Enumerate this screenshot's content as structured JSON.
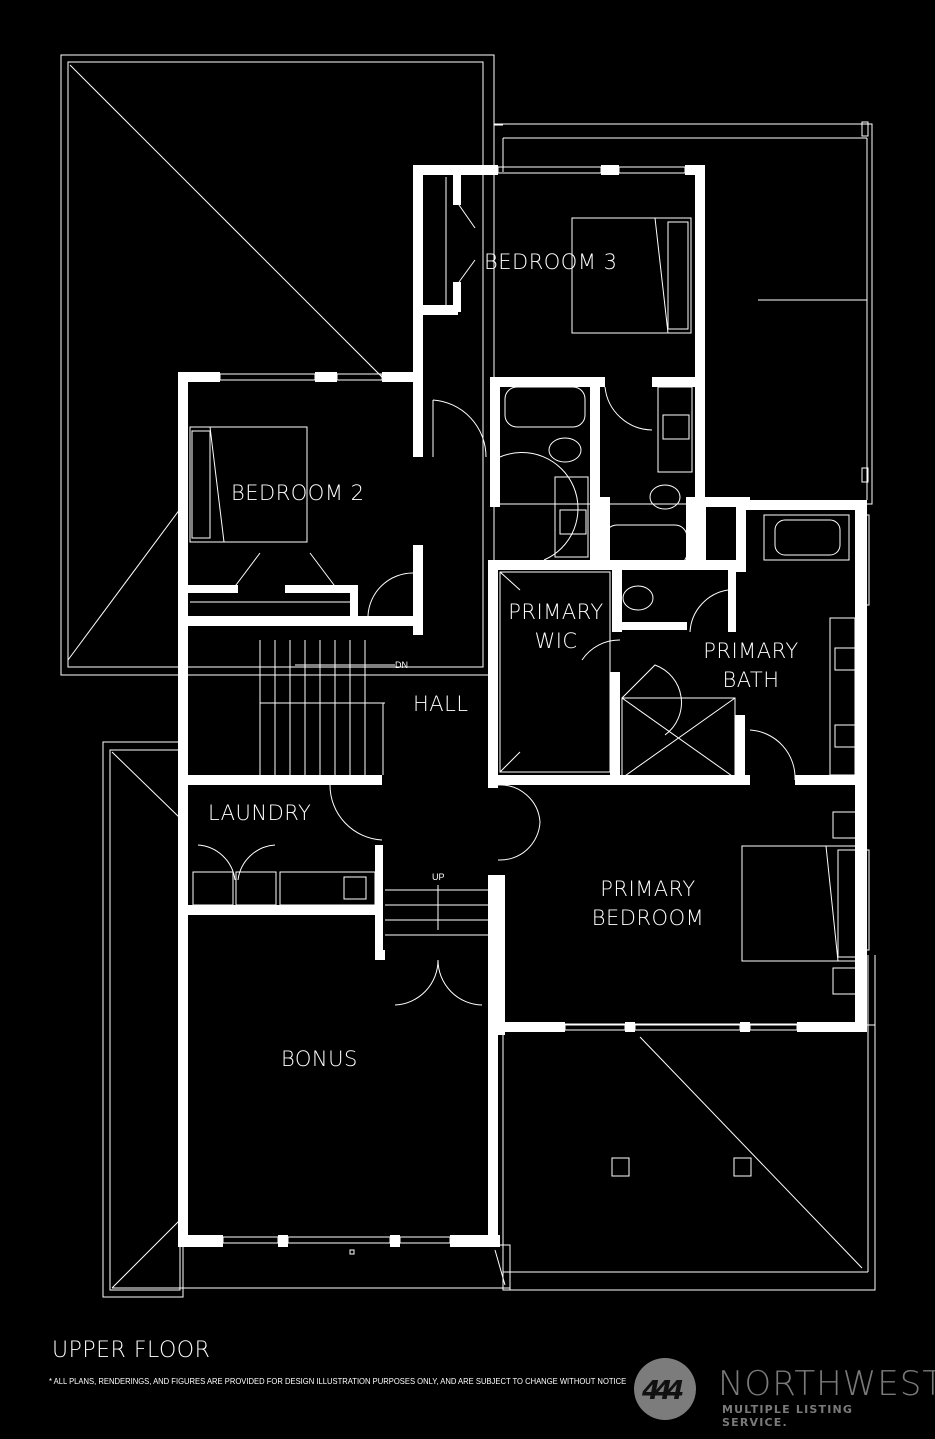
{
  "plan": {
    "title": "UPPER FLOOR",
    "disclaimer": "* ALL PLANS, RENDERINGS, AND FIGURES ARE PROVIDED FOR DESIGN ILLUSTRATION PURPOSES ONLY, AND ARE SUBJECT TO CHANGE WITHOUT NOTICE",
    "colors": {
      "background": "#000000",
      "walls": "#ffffff",
      "lines": "#ffffff",
      "logo": "#7a7a7a"
    }
  },
  "rooms": {
    "bedroom3": "BEDROOM 3",
    "bedroom2": "BEDROOM 2",
    "primary_wic_line1": "PRIMARY",
    "primary_wic_line2": "WIC",
    "primary_bath_line1": "PRIMARY",
    "primary_bath_line2": "BATH",
    "hall": "HALL",
    "laundry": "LAUNDRY",
    "primary_bedroom_line1": "PRIMARY",
    "primary_bedroom_line2": "BEDROOM",
    "bonus": "BONUS"
  },
  "stairs": {
    "down_label": "DN",
    "up_label": "UP"
  },
  "logo": {
    "glyph": "444",
    "name": "NORTHWEST",
    "subtitle": "MULTIPLE LISTING SERVICE."
  }
}
